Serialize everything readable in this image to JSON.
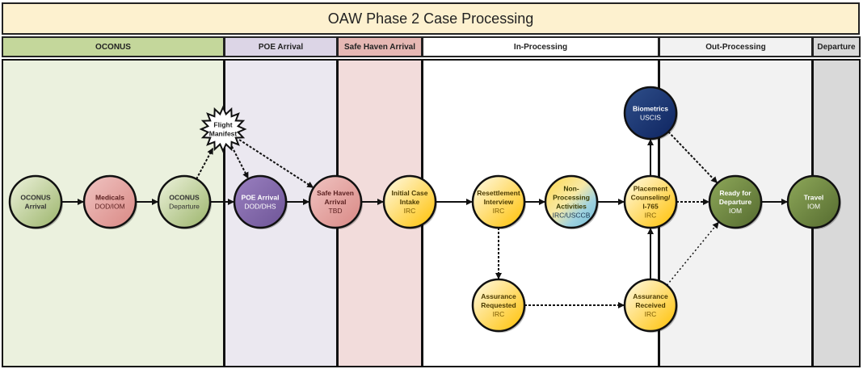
{
  "title": "OAW Phase 2 Case Processing",
  "lanes": [
    {
      "label": "OCONUS",
      "head_color": "#c4d79b",
      "body_color": "#ebf1de"
    },
    {
      "label": "POE Arrival",
      "head_color": "#dcd5e6",
      "body_color": "#ebe8f0"
    },
    {
      "label": "Safe Haven Arrival",
      "head_color": "#e6b8b4",
      "body_color": "#f2dcdb"
    },
    {
      "label": "In-Processing",
      "head_color": "#ffffff",
      "body_color": "#ffffff"
    },
    {
      "label": "Out-Processing",
      "head_color": "#f2f2f2",
      "body_color": "#f2f2f2"
    },
    {
      "label": "Departure",
      "head_color": "#d9d9d9",
      "body_color": "#d9d9d9"
    }
  ],
  "nodes": [
    {
      "id": "oconus-arrival",
      "lines": [
        "OCONUS",
        "Arrival"
      ],
      "sub": "",
      "style": "green-light"
    },
    {
      "id": "medicals",
      "lines": [
        "Medicals"
      ],
      "sub": "DOD/IOM",
      "style": "red"
    },
    {
      "id": "oconus-departure",
      "lines": [
        "OCONUS"
      ],
      "sub": "Departure",
      "style": "green-light"
    },
    {
      "id": "flight-manifest",
      "lines": [
        "Flight",
        "Manifest"
      ],
      "sub": "",
      "style": "starburst"
    },
    {
      "id": "poe-arrival",
      "lines": [
        "POE Arrival"
      ],
      "sub": "DOD/DHS",
      "style": "purple"
    },
    {
      "id": "safe-haven-arrival",
      "lines": [
        "Safe Haven",
        "Arrival"
      ],
      "sub": "TBD",
      "style": "red"
    },
    {
      "id": "initial-case-intake",
      "lines": [
        "Initial Case",
        "Intake"
      ],
      "sub": "IRC",
      "style": "yellow"
    },
    {
      "id": "resettlement-interview",
      "lines": [
        "Resettlement",
        "Interview"
      ],
      "sub": "IRC",
      "style": "yellow"
    },
    {
      "id": "non-processing-activities",
      "lines": [
        "Non-",
        "Processing",
        "Activities"
      ],
      "sub": "IRC/USCCB",
      "style": "yellow-blue"
    },
    {
      "id": "placement-counseling",
      "lines": [
        "Placement",
        "Counseling/",
        "I-765"
      ],
      "sub": "IRC",
      "style": "yellow"
    },
    {
      "id": "biometrics",
      "lines": [
        "Biometrics"
      ],
      "sub": "USCIS",
      "style": "navy"
    },
    {
      "id": "assurance-requested",
      "lines": [
        "Assurance",
        "Requested"
      ],
      "sub": "IRC",
      "style": "yellow"
    },
    {
      "id": "assurance-received",
      "lines": [
        "Assurance",
        "Received"
      ],
      "sub": "IRC",
      "style": "yellow"
    },
    {
      "id": "ready-for-departure",
      "lines": [
        "Ready for",
        "Departure"
      ],
      "sub": "IOM",
      "style": "green-dark"
    },
    {
      "id": "travel",
      "lines": [
        "Travel"
      ],
      "sub": "IOM",
      "style": "green-dark"
    }
  ],
  "edges": [
    {
      "from": "oconus-arrival",
      "to": "medicals",
      "kind": "solid"
    },
    {
      "from": "medicals",
      "to": "oconus-departure",
      "kind": "solid"
    },
    {
      "from": "oconus-departure",
      "to": "poe-arrival",
      "kind": "solid"
    },
    {
      "from": "oconus-departure",
      "to": "flight-manifest",
      "kind": "dashed"
    },
    {
      "from": "flight-manifest",
      "to": "poe-arrival",
      "kind": "dashed"
    },
    {
      "from": "flight-manifest",
      "to": "safe-haven-arrival",
      "kind": "dashed"
    },
    {
      "from": "poe-arrival",
      "to": "safe-haven-arrival",
      "kind": "solid"
    },
    {
      "from": "safe-haven-arrival",
      "to": "initial-case-intake",
      "kind": "solid"
    },
    {
      "from": "initial-case-intake",
      "to": "resettlement-interview",
      "kind": "solid"
    },
    {
      "from": "resettlement-interview",
      "to": "non-processing-activities",
      "kind": "solid"
    },
    {
      "from": "non-processing-activities",
      "to": "placement-counseling",
      "kind": "solid"
    },
    {
      "from": "placement-counseling",
      "to": "biometrics",
      "kind": "solid"
    },
    {
      "from": "placement-counseling",
      "to": "ready-for-departure",
      "kind": "dashed"
    },
    {
      "from": "biometrics",
      "to": "ready-for-departure",
      "kind": "dashed"
    },
    {
      "from": "resettlement-interview",
      "to": "assurance-requested",
      "kind": "dashed"
    },
    {
      "from": "assurance-requested",
      "to": "assurance-received",
      "kind": "dashed"
    },
    {
      "from": "assurance-received",
      "to": "placement-counseling",
      "kind": "solid"
    },
    {
      "from": "assurance-received",
      "to": "ready-for-departure",
      "kind": "dotted"
    },
    {
      "from": "ready-for-departure",
      "to": "travel",
      "kind": "solid"
    }
  ],
  "colors": {
    "green-light": [
      "#eef3dd",
      "#9bb46a"
    ],
    "green-dark": [
      "#8ea85a",
      "#556b2f"
    ],
    "red": [
      "#f0c4c2",
      "#d98884"
    ],
    "purple": [
      "#9a80c0",
      "#6e5597"
    ],
    "yellow": [
      "#fffbe8",
      "#ffc000"
    ],
    "navy": [
      "#2f4f8a",
      "#0e2460"
    ],
    "starburst": [
      "#ffffff",
      "#ffffff"
    ]
  }
}
